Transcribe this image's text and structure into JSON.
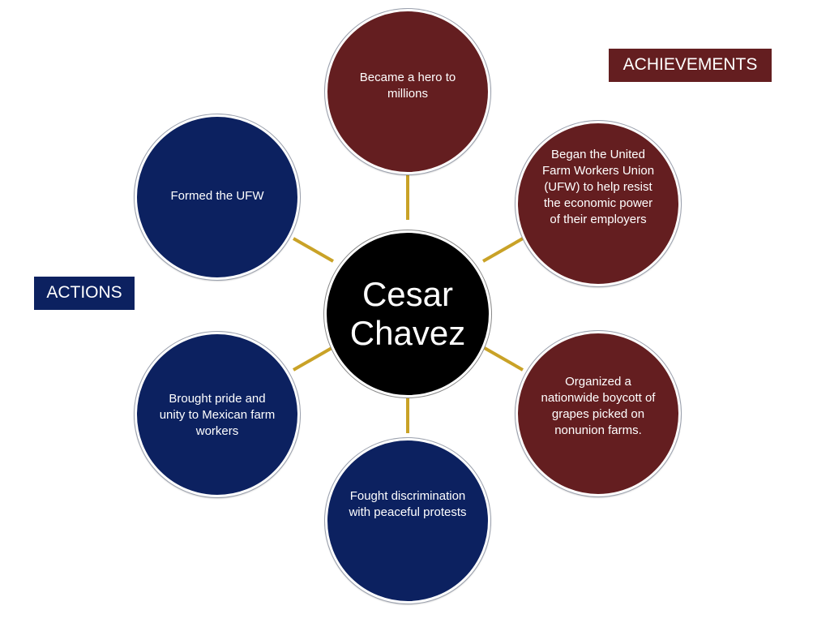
{
  "colors": {
    "achievement": "#641e20",
    "action": "#0c2160",
    "center": "#000000",
    "connector": "#c9a227"
  },
  "labels": {
    "achievements": "ACHIEVEMENTS",
    "actions": "ACTIONS"
  },
  "center": {
    "line1": "Cesar",
    "line2": "Chavez"
  },
  "nodes": {
    "hero": "Became a hero to millions",
    "ufw_union": "Began the United Farm Workers Union (UFW) to help resist the economic power of their employers",
    "boycott": "Organized a nationwide boycott of grapes picked on nonunion farms.",
    "fought": "Fought discrimination with peaceful protests",
    "pride": "Brought pride and unity to Mexican farm workers",
    "formed": "Formed the UFW"
  }
}
